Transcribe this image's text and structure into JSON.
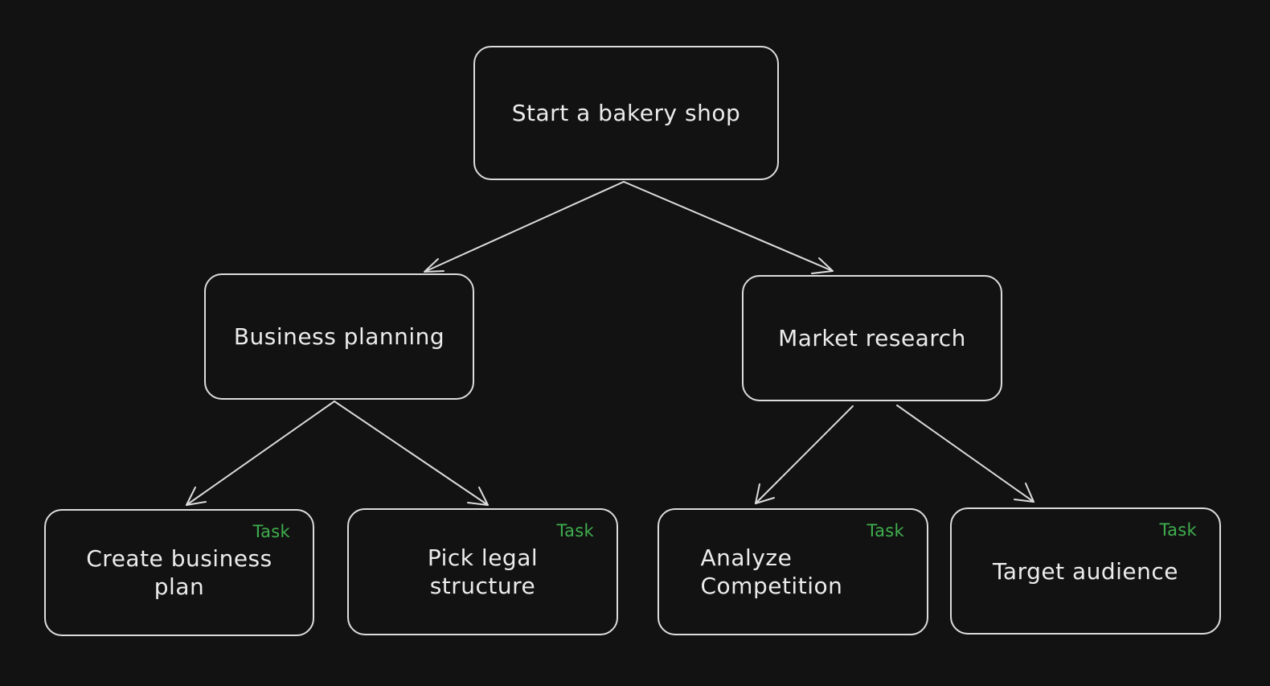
{
  "diagram": {
    "root": {
      "label": "Start a bakery shop"
    },
    "branches": [
      {
        "label": "Business planning",
        "tasks": [
          {
            "label": "Create business plan",
            "tag": "Task"
          },
          {
            "label": "Pick legal structure",
            "tag": "Task"
          }
        ]
      },
      {
        "label": "Market research",
        "tasks": [
          {
            "label": "Analyze Competition",
            "tag": "Task"
          },
          {
            "label": "Target audience",
            "tag": "Task"
          }
        ]
      }
    ],
    "colors": {
      "background": "#121212",
      "stroke": "#dcdcdc",
      "text": "#ececec",
      "task_tag": "#3fae4e"
    }
  }
}
